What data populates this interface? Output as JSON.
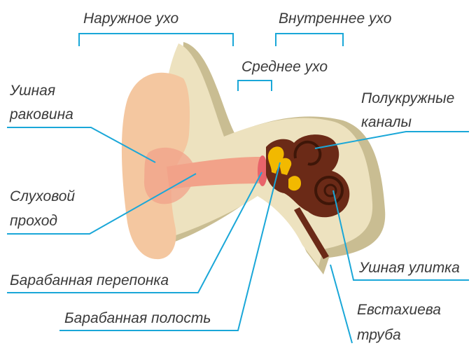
{
  "labels": {
    "outer_ear": "Наружное ухо",
    "inner_ear": "Внутреннее ухо",
    "middle_ear": "Среднее ухо",
    "auricle_line1": "Ушная",
    "auricle_line2": "раковина",
    "semicircular_line1": "Полукружные",
    "semicircular_line2": "каналы",
    "ear_canal_line1": "Слуховой",
    "ear_canal_line2": "проход",
    "cochlea": "Ушная улитка",
    "eardrum": "Барабанная перепонка",
    "tympanic_cavity": "Барабанная полость",
    "eustachian_line1": "Евстахиева",
    "eustachian_line2": "труба"
  },
  "colors": {
    "leader_line": "#1aa7d8",
    "label_text": "#3a3a3a",
    "auricle_skin": "#f4c7a0",
    "canal_pink": "#f2a289",
    "bone_tissue": "#ede2bf",
    "bone_shadow": "#c9bd92",
    "inner_ear_brown": "#6b2a17",
    "ossicles_yellow": "#f2b900",
    "eardrum_red": "#e8646a"
  }
}
